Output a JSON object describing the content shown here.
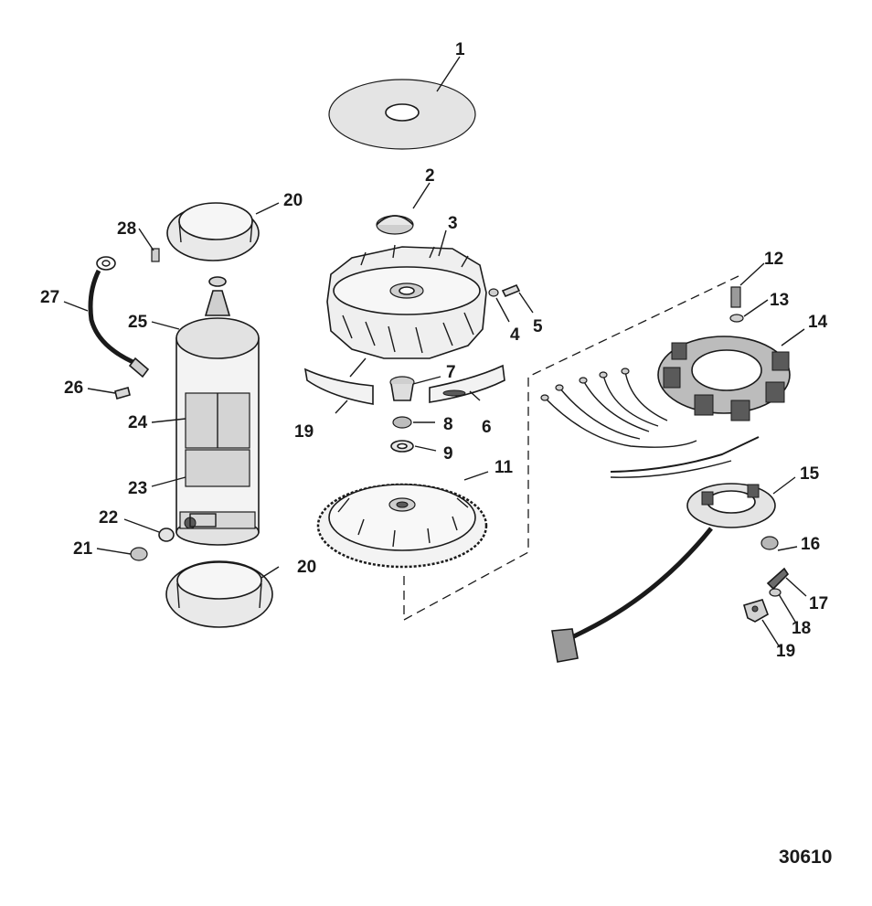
{
  "diagram": {
    "figure_number": "30610",
    "callouts": [
      "1",
      "2",
      "3",
      "4",
      "5",
      "6",
      "7",
      "8",
      "9",
      "11",
      "12",
      "13",
      "14",
      "15",
      "16",
      "17",
      "18",
      "19",
      "19",
      "20",
      "20",
      "21",
      "22",
      "23",
      "24",
      "25",
      "26",
      "27",
      "28"
    ]
  }
}
